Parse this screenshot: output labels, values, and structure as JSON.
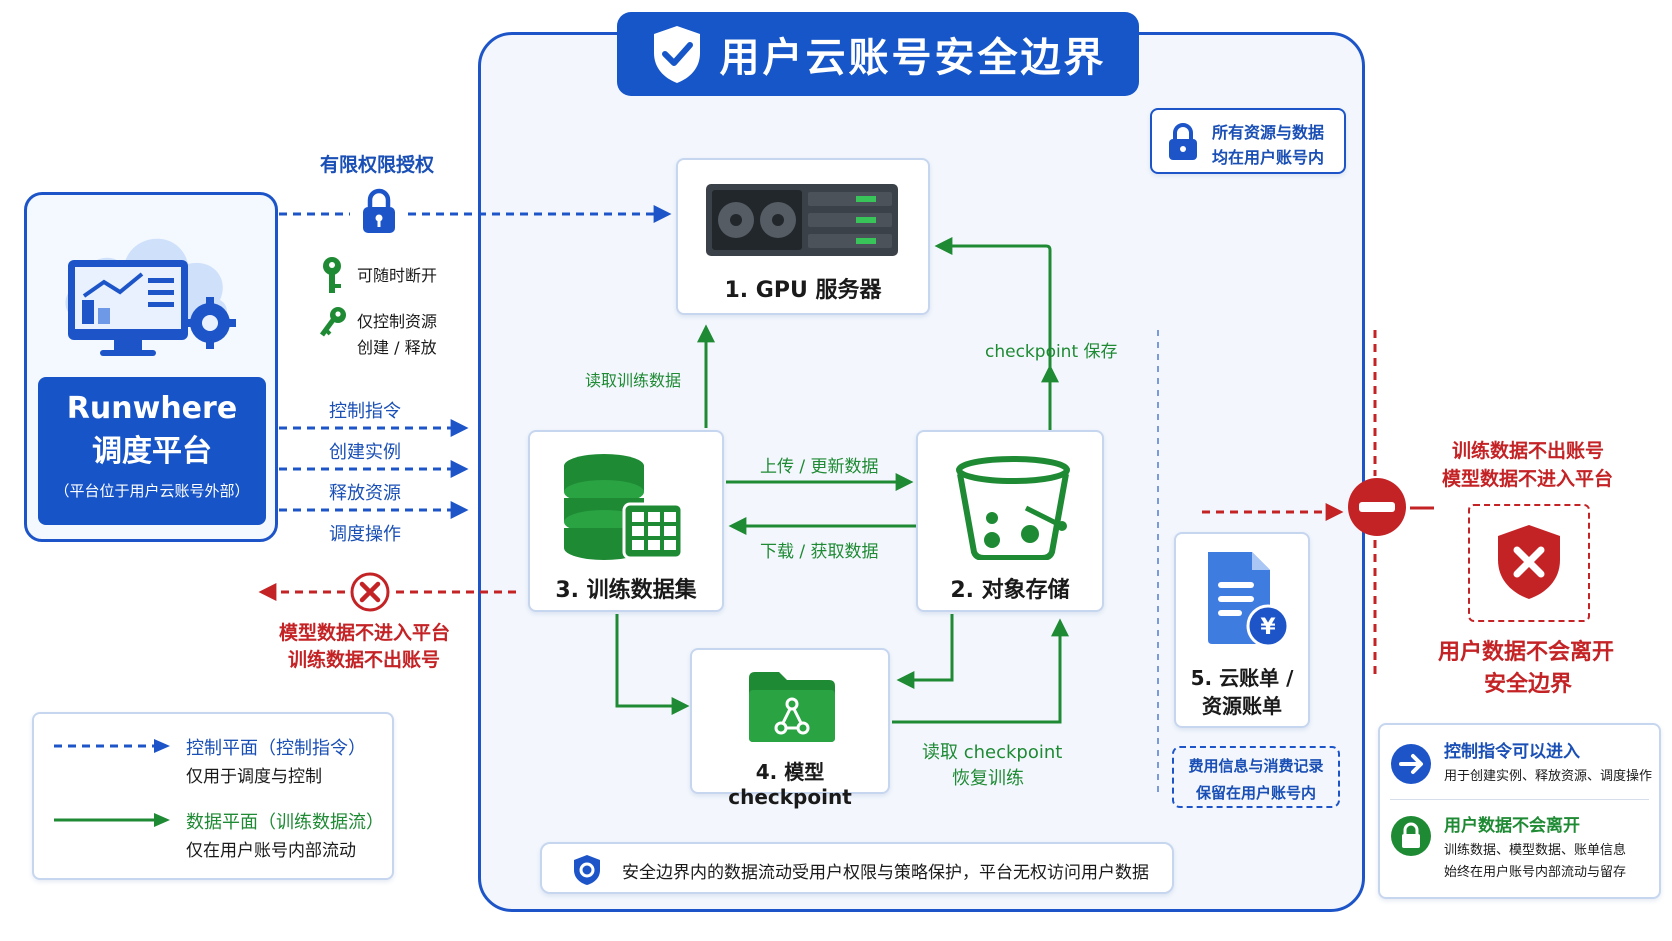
{
  "banner": {
    "title": "用户云账号安全边界"
  },
  "all_resources": {
    "line1": "所有资源与数据",
    "line2": "均在用户账号内"
  },
  "platform": {
    "name_line1": "Runwhere",
    "name_line2": "调度平台",
    "note": "（平台位于用户云账号外部）"
  },
  "auth": {
    "title": "有限权限授权",
    "revocable": "可随时断开",
    "scope_line1": "仅控制资源",
    "scope_line2": "创建 / 释放"
  },
  "commands": [
    "控制指令",
    "创建实例",
    "释放资源",
    "调度操作"
  ],
  "blocked_left": {
    "line1": "模型数据不进入平台",
    "line2": "训练数据不出账号"
  },
  "nodes": {
    "gpu": "1. GPU 服务器",
    "storage": "2. 对象存储",
    "dataset": "3. 训练数据集",
    "checkpoint": "4. 模型 checkpoint",
    "billing_line1": "5. 云账单 /",
    "billing_line2": "资源账单"
  },
  "flows": {
    "read_training": "读取训练数据",
    "ckpt_save": "checkpoint 保存",
    "upload": "上传 / 更新数据",
    "download": "下载 / 获取数据",
    "read_ckpt_line1": "读取 checkpoint",
    "read_ckpt_line2": "恢复训练"
  },
  "billing_note": {
    "line1": "费用信息与消费记录",
    "line2": "保留在用户账号内"
  },
  "right_block": {
    "line1": "训练数据不出账号",
    "line2": "模型数据不进入平台",
    "bottom_line1": "用户数据不会离开",
    "bottom_line2": "安全边界"
  },
  "bottom_note": "安全边界内的数据流动受用户权限与策略保护，平台无权访问用户数据",
  "legend": {
    "control_title": "控制平面（控制指令）",
    "control_desc": "仅用于调度与控制",
    "data_title": "数据平面（训练数据流）",
    "data_desc": "仅在用户账号内部流动"
  },
  "rules": {
    "r1_title": "控制指令可以进入",
    "r1_desc": "用于创建实例、释放资源、调度操作",
    "r2_title": "用户数据不会离开",
    "r2_desc_line1": "训练数据、模型数据、账单信息",
    "r2_desc_line2": "始终在用户账号内部流动与留存"
  },
  "colors": {
    "blue": "#1d55c9",
    "green": "#1f8a34",
    "red": "#c42326"
  }
}
